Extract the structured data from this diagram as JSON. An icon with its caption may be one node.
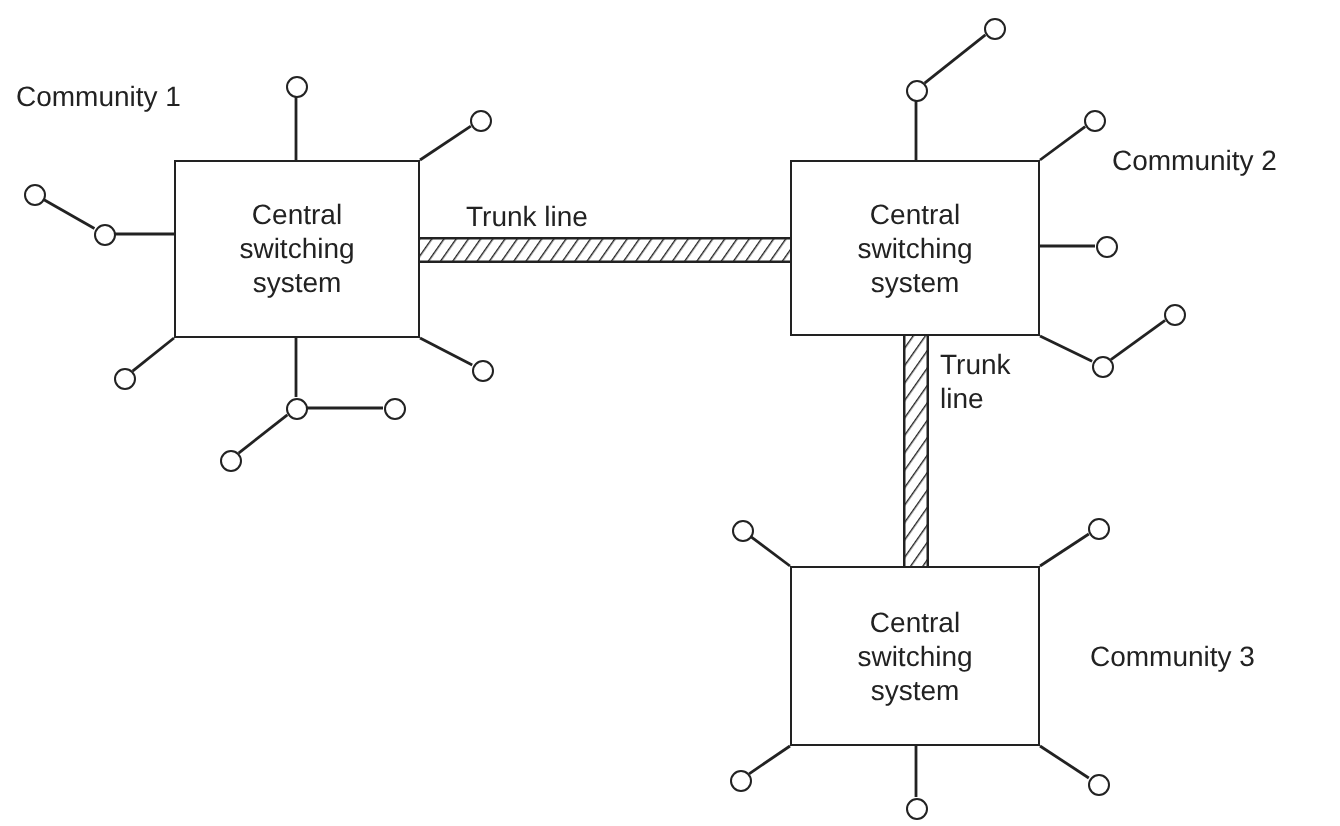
{
  "diagram": {
    "nodes": [
      {
        "text": [
          "Central switching system"
        ]
      },
      {
        "text": [
          "Central switching system"
        ]
      },
      {
        "text": [
          "Central switching system"
        ]
      },
      {
        "text": [],
        "shape": "circle"
      },
      {
        "text": [],
        "shape": "circle"
      },
      {
        "text": [],
        "shape": "circle"
      },
      {
        "text": [],
        "shape": "circle"
      },
      {
        "text": [],
        "shape": "circle"
      },
      {
        "text": [],
        "shape": "circle"
      },
      {
        "text": [],
        "shape": "circle"
      },
      {
        "text": [],
        "shape": "circle"
      },
      {
        "text": [],
        "shape": "circle"
      },
      {
        "text": [],
        "shape": "circle"
      },
      {
        "text": [],
        "shape": "circle"
      },
      {
        "text": [],
        "shape": "circle"
      },
      {
        "text": [],
        "shape": "circle"
      },
      {
        "text": [],
        "shape": "circle"
      },
      {
        "text": [],
        "shape": "circle"
      },
      {
        "text": [],
        "shape": "circle"
      },
      {
        "text": [],
        "shape": "circle"
      },
      {
        "text": [],
        "shape": "circle"
      },
      {
        "text": [],
        "shape": "circle"
      },
      {
        "text": [],
        "shape": "circle"
      }
    ],
    "edges": [
      {
        "from": 0,
        "to": 1,
        "arrow": "none",
        "label": "Trunk line",
        "style": "thick"
      },
      {
        "from": 1,
        "to": 2,
        "arrow": "none",
        "label": "Trunk line",
        "style": "thick"
      },
      {
        "from": 0,
        "to": 3,
        "arrow": "none"
      },
      {
        "from": 0,
        "to": 4,
        "arrow": "none"
      },
      {
        "from": 0,
        "to": 5,
        "arrow": "none"
      },
      {
        "from": 5,
        "to": 6,
        "arrow": "none"
      },
      {
        "from": 0,
        "to": 7,
        "arrow": "none"
      },
      {
        "from": 0,
        "to": 8,
        "arrow": "none"
      },
      {
        "from": 8,
        "to": 9,
        "arrow": "none"
      },
      {
        "from": 8,
        "to": 10,
        "arrow": "none"
      },
      {
        "from": 0,
        "to": 11,
        "arrow": "none"
      },
      {
        "from": 1,
        "to": 12,
        "arrow": "none"
      },
      {
        "from": 12,
        "to": 13,
        "arrow": "none"
      },
      {
        "from": 1,
        "to": 14,
        "arrow": "none"
      },
      {
        "from": 1,
        "to": 15,
        "arrow": "none"
      },
      {
        "from": 1,
        "to": 16,
        "arrow": "none"
      },
      {
        "from": 16,
        "to": 17,
        "arrow": "none"
      },
      {
        "from": 2,
        "to": 18,
        "arrow": "none"
      },
      {
        "from": 2,
        "to": 19,
        "arrow": "none"
      },
      {
        "from": 2,
        "to": 20,
        "arrow": "none"
      },
      {
        "from": 2,
        "to": 21,
        "arrow": "none"
      },
      {
        "from": 2,
        "to": 22,
        "arrow": "none"
      }
    ],
    "labels": [
      "Community 1",
      "Community 2",
      "Community 3"
    ]
  }
}
